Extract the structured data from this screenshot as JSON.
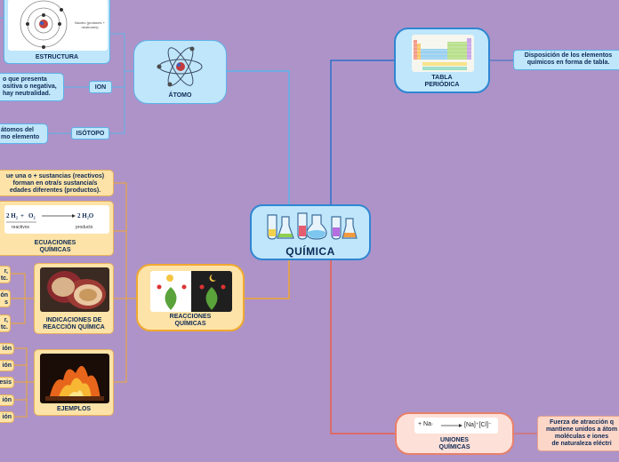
{
  "center": {
    "title": "QUÍMICA"
  },
  "atom": {
    "title": "ÁTOMO",
    "structure": {
      "title": "ESTRUCTURA",
      "diagram_text": "Núcleo (protones + neutrones)"
    },
    "ion": {
      "label": "ION",
      "description": "o que presenta\nositiva o negativa,\nhay neutralidad."
    },
    "isotope": {
      "label": "ISÓTOPO",
      "description": "átomos del\nmo elemento"
    }
  },
  "periodic_table": {
    "title": "TABLA\nPERIÓDICA",
    "description": "Disposición de los elementos\nquímicos en forma de tabla."
  },
  "reactions": {
    "title": "REACCIONES\nQUÍMICAS",
    "definition": "ue una o + sustancias (reactivos)\nforman en otra/s sustancia/s\nedades diferentes (productos).",
    "equations": {
      "title": "ECUACIONES\nQUÍMICAS",
      "reactant1": "2 H₂",
      "plus": "+",
      "reactant2": "O₂",
      "product": "2 H₂O",
      "reactants_caption": "reactivos",
      "product_caption": "producto"
    },
    "indications": {
      "title": "INDICACIONES DE\nREACCIÓN QUÍMICA",
      "items": [
        "r,\ntc.",
        "ón\ns",
        "r,\ntc."
      ]
    },
    "examples": {
      "title": "EJEMPLOS",
      "items": [
        "ión",
        "ión",
        "esis",
        "ión",
        "ión"
      ]
    }
  },
  "bonds": {
    "title": "UNIONES\nQUÍMICAS",
    "description": "Fuerza de atracción q\nmantiene unidos a átom\nmoléculas e iones\nde naturaleza eléctri",
    "formula_left": "+ Na·",
    "formula_right": "[Na]⁺[Cl]⁻"
  },
  "colors": {
    "background": "#ae93c8",
    "blue_line": "#2f6fc9",
    "orange_line": "#f0a830",
    "red_line": "#e8604a",
    "blue_fill": "#bfe6fb",
    "orange_fill": "#fde3a7",
    "salmon_fill": "#fde0d8"
  }
}
